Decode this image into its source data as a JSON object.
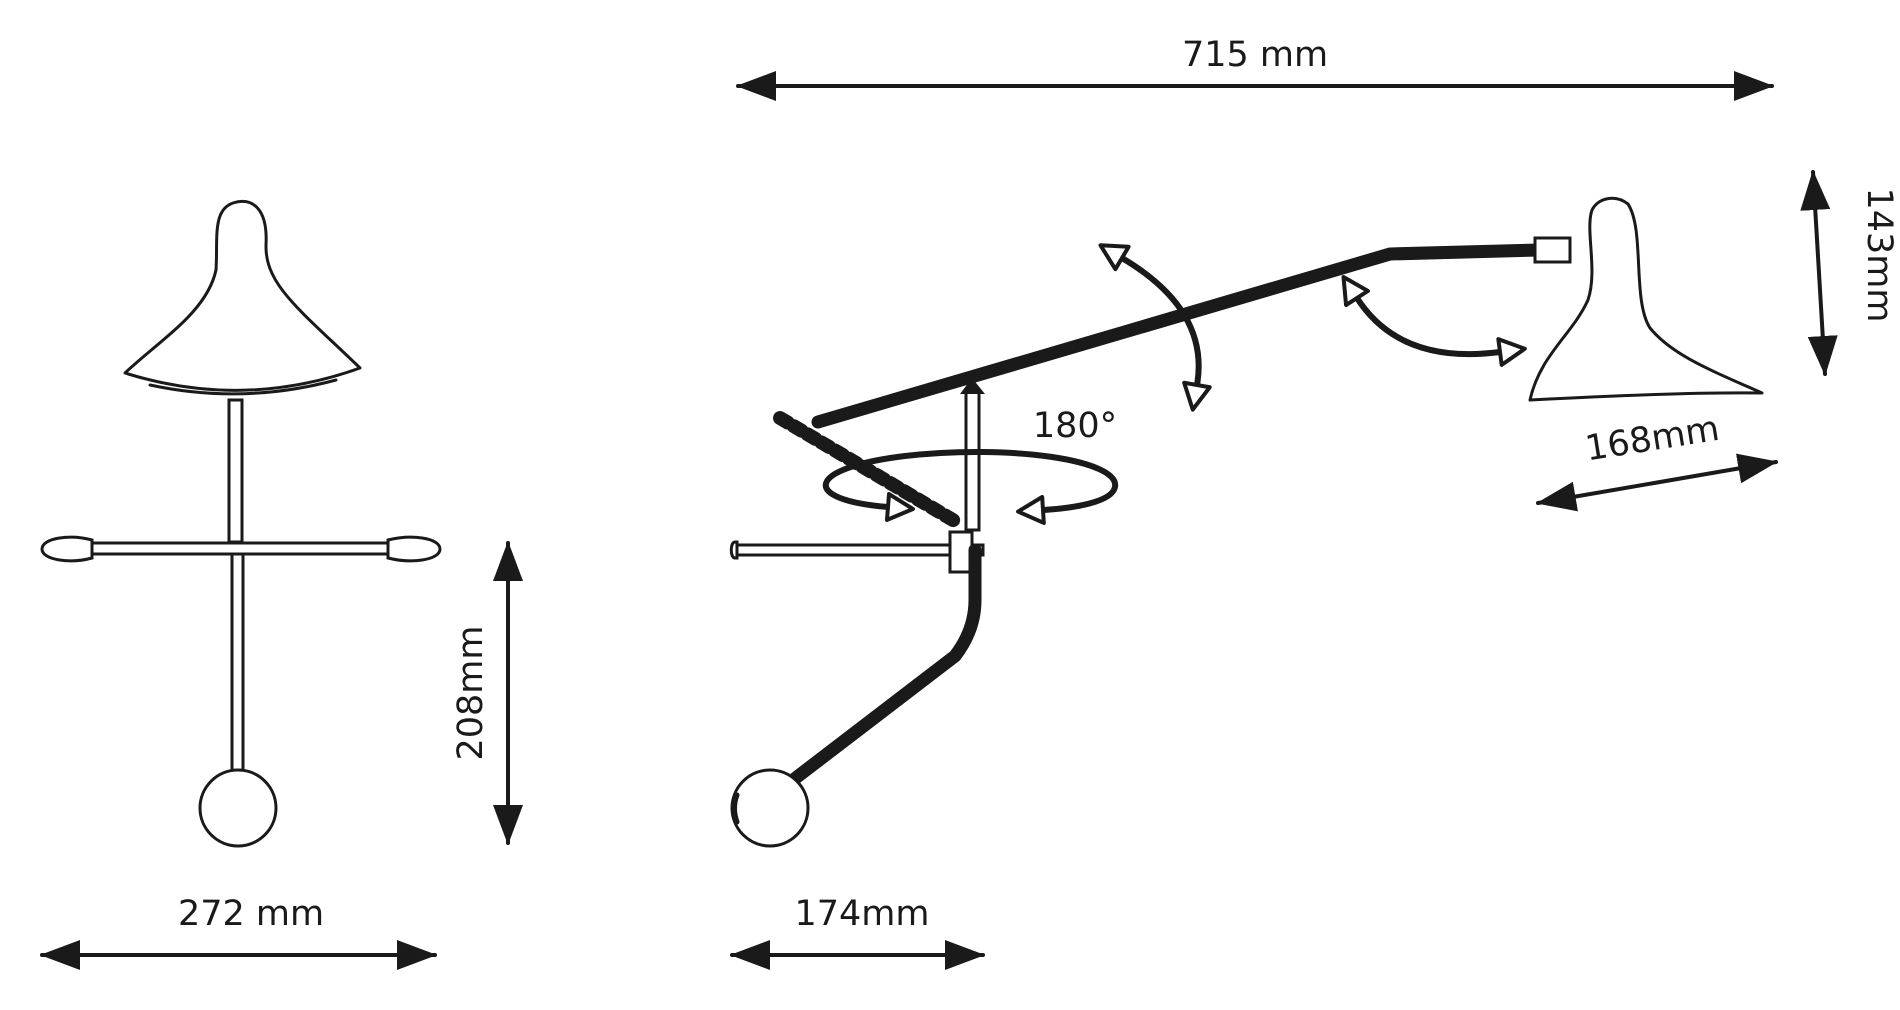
{
  "labels": {
    "width_overall": "715 mm",
    "height_right": "143mm",
    "shade_width": "168mm",
    "rotation": "180°",
    "height_front": "208mm",
    "width_front": "272 mm",
    "depth_base": "174mm"
  },
  "colors": {
    "stroke": "#1a1a1a",
    "background": "#ffffff"
  }
}
